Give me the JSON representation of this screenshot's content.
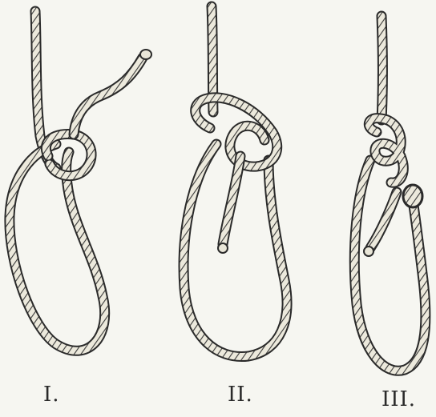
{
  "figures": [
    {
      "label": "I."
    },
    {
      "label": "II."
    },
    {
      "label": "III."
    }
  ],
  "colors": {
    "paper": "#f6f6f1",
    "ink": "#2a2a2a",
    "rope_fill": "#e9e6d8"
  }
}
